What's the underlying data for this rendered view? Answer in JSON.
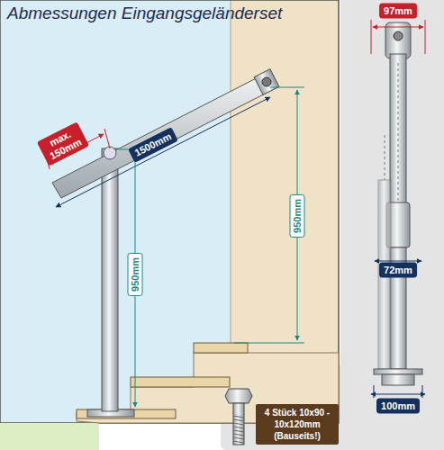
{
  "diagram": {
    "title": "Abmessungen Eingangsgeländerset",
    "nodes": [
      {
        "text": [
          "4 Stück 10x90 - 10x120mm (Bauseits!)"
        ]
      }
    ],
    "labels": [
      "max. 150mm",
      "1500mm",
      "950mm",
      "950mm",
      "97mm",
      "72mm",
      "100mm"
    ]
  }
}
